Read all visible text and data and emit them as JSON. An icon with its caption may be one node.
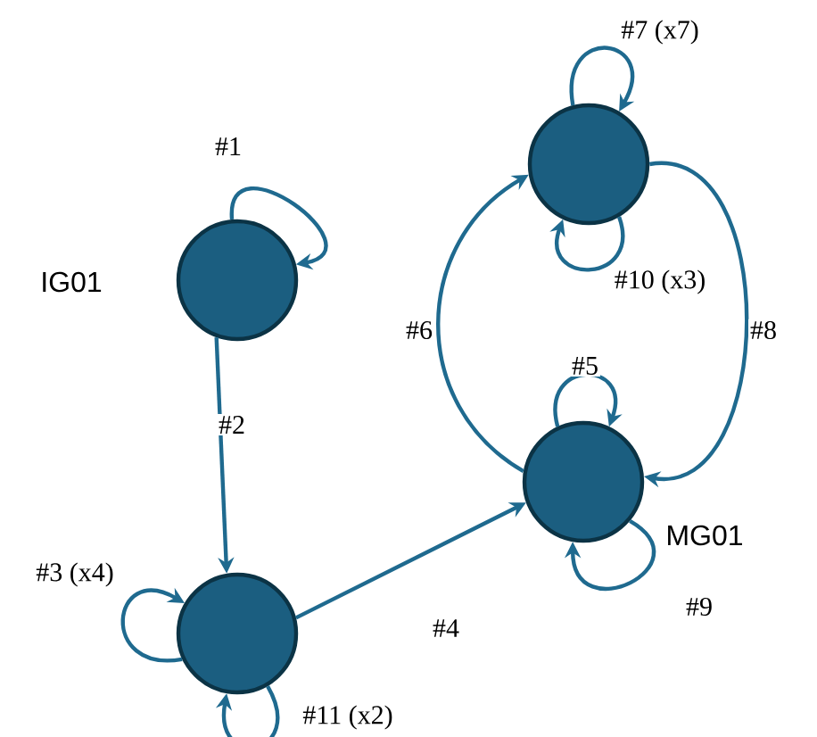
{
  "diagram": {
    "nodes": [
      {
        "text": [],
        "shape": "circle"
      },
      {
        "text": [
          "IG01"
        ]
      },
      {
        "text": [
          "MG01"
        ]
      },
      {
        "text": [],
        "shape": "circle"
      }
    ],
    "edges": [
      {
        "from": 1,
        "to": 1,
        "arrow": "to",
        "label": "#1"
      },
      {
        "from": 1,
        "to": 3,
        "arrow": "to",
        "label": "#2"
      },
      {
        "from": 3,
        "to": 3,
        "arrow": "to",
        "label": "#3 (x4)"
      },
      {
        "from": 3,
        "to": 2,
        "arrow": "to",
        "label": "#4"
      },
      {
        "from": 2,
        "to": 2,
        "arrow": "to",
        "label": "#5"
      },
      {
        "from": 2,
        "to": 0,
        "arrow": "to",
        "label": "#6"
      },
      {
        "from": 0,
        "to": 0,
        "arrow": "to",
        "label": "#7 (x7)"
      },
      {
        "from": 0,
        "to": 2,
        "arrow": "to",
        "label": "#8"
      },
      {
        "from": 2,
        "to": 2,
        "arrow": "to",
        "label": "#9"
      },
      {
        "from": 0,
        "to": 0,
        "arrow": "to",
        "label": "#10 (x3)"
      },
      {
        "from": 3,
        "to": 3,
        "arrow": "to",
        "label": "#11 (x2)"
      }
    ]
  }
}
